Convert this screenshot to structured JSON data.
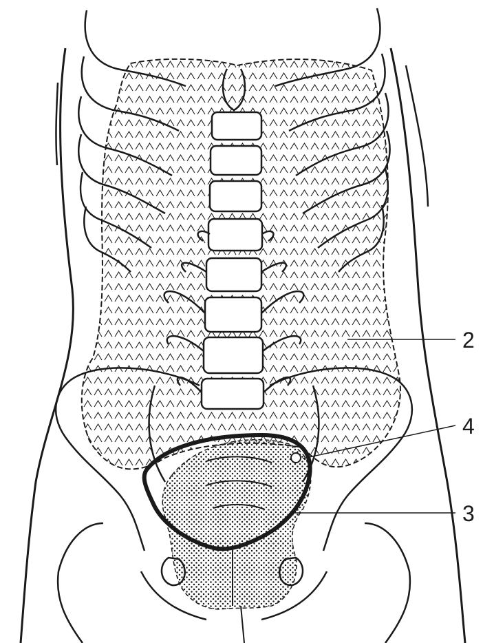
{
  "figure": {
    "labels": [
      {
        "id": "label-2",
        "text": "2"
      },
      {
        "id": "label-4",
        "text": "4"
      },
      {
        "id": "label-3",
        "text": "3"
      }
    ],
    "colors": {
      "ink": "#1a1a1a",
      "background": "#ffffff"
    }
  }
}
